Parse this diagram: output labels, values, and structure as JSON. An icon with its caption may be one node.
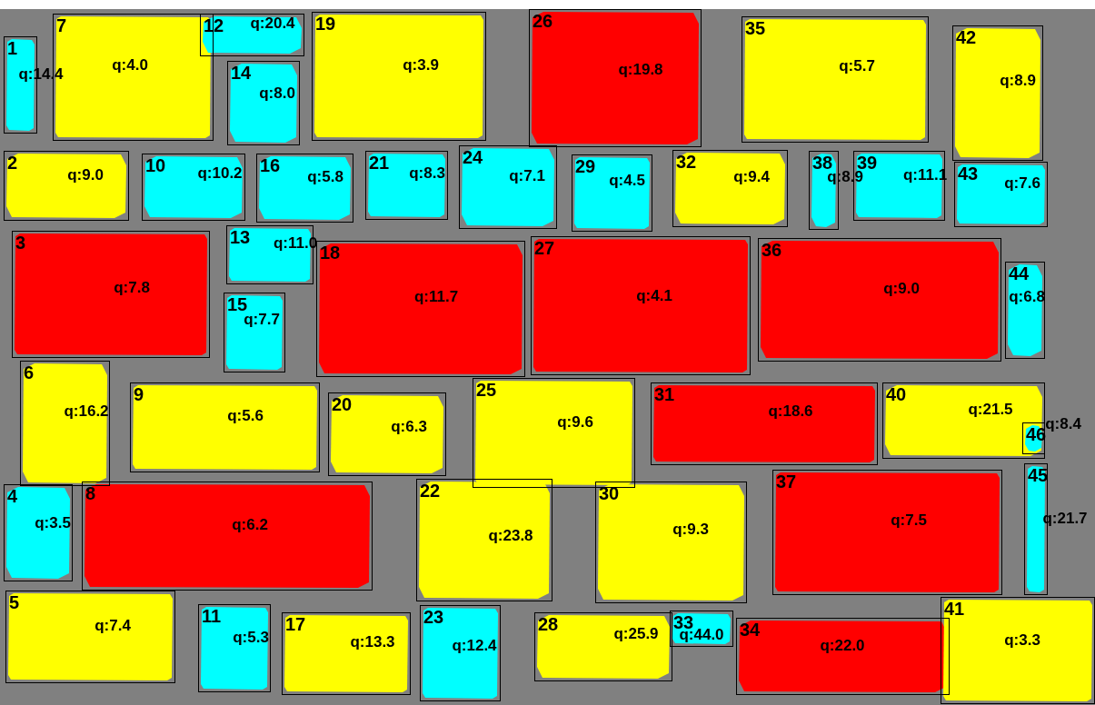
{
  "diagram": {
    "nodes": [
      {
        "text": [
          "1",
          "q:14.4"
        ]
      },
      {
        "text": [
          "2",
          "q:9.0"
        ]
      },
      {
        "text": [
          "3",
          "q:7.8"
        ]
      },
      {
        "text": [
          "4",
          "q:3.5"
        ]
      },
      {
        "text": [
          "5",
          "q:7.4"
        ]
      },
      {
        "text": [
          "6",
          "q:16.2"
        ]
      },
      {
        "text": [
          "7",
          "q:4.0"
        ]
      },
      {
        "text": [
          "8",
          "q:6.2"
        ]
      },
      {
        "text": [
          "9",
          "q:5.6"
        ]
      },
      {
        "text": [
          "10",
          "q:10.2"
        ]
      },
      {
        "text": [
          "11",
          "q:5.3"
        ]
      },
      {
        "text": [
          "12",
          "q:20.4"
        ]
      },
      {
        "text": [
          "13",
          "q:11.0"
        ]
      },
      {
        "text": [
          "14",
          "q:8.0"
        ]
      },
      {
        "text": [
          "15",
          "q:7.7"
        ]
      },
      {
        "text": [
          "16",
          "q:5.8"
        ]
      },
      {
        "text": [
          "17",
          "q:13.3"
        ]
      },
      {
        "text": [
          "18",
          "q:11.7"
        ]
      },
      {
        "text": [
          "19",
          "q:3.9"
        ]
      },
      {
        "text": [
          "20",
          "q:6.3"
        ]
      },
      {
        "text": [
          "21",
          "q:8.3"
        ]
      },
      {
        "text": [
          "22",
          "q:23.8"
        ]
      },
      {
        "text": [
          "23",
          "q:12.4"
        ]
      },
      {
        "text": [
          "24",
          "q:7.1"
        ]
      },
      {
        "text": [
          "25",
          "q:9.6"
        ]
      },
      {
        "text": [
          "26",
          "q:19.8"
        ]
      },
      {
        "text": [
          "27",
          "q:4.1"
        ]
      },
      {
        "text": [
          "28",
          "q:25.9"
        ]
      },
      {
        "text": [
          "29",
          "q:4.5"
        ]
      },
      {
        "text": [
          "30",
          "q:9.3"
        ]
      },
      {
        "text": [
          "31",
          "q:18.6"
        ]
      },
      {
        "text": [
          "32",
          "q:9.4"
        ]
      },
      {
        "text": [
          "33",
          "q:44.0"
        ]
      },
      {
        "text": [
          "34",
          "q:22.0"
        ]
      },
      {
        "text": [
          "35",
          "q:5.7"
        ]
      },
      {
        "text": [
          "36",
          "q:9.0"
        ]
      },
      {
        "text": [
          "37",
          "q:7.5"
        ]
      },
      {
        "text": [
          "38",
          "q:8.9"
        ]
      },
      {
        "text": [
          "39",
          "q:11.1"
        ]
      },
      {
        "text": [
          "40",
          "q:21.5"
        ]
      },
      {
        "text": [
          "41",
          "q:3.3"
        ]
      },
      {
        "text": [
          "42",
          "q:8.9"
        ]
      },
      {
        "text": [
          "43",
          "q:7.6"
        ]
      },
      {
        "text": [
          "44",
          "q:6.8"
        ]
      },
      {
        "text": [
          "45",
          "q:21.7"
        ]
      },
      {
        "text": [
          "46",
          "q:8.4"
        ],
        "in": 39
      }
    ]
  }
}
